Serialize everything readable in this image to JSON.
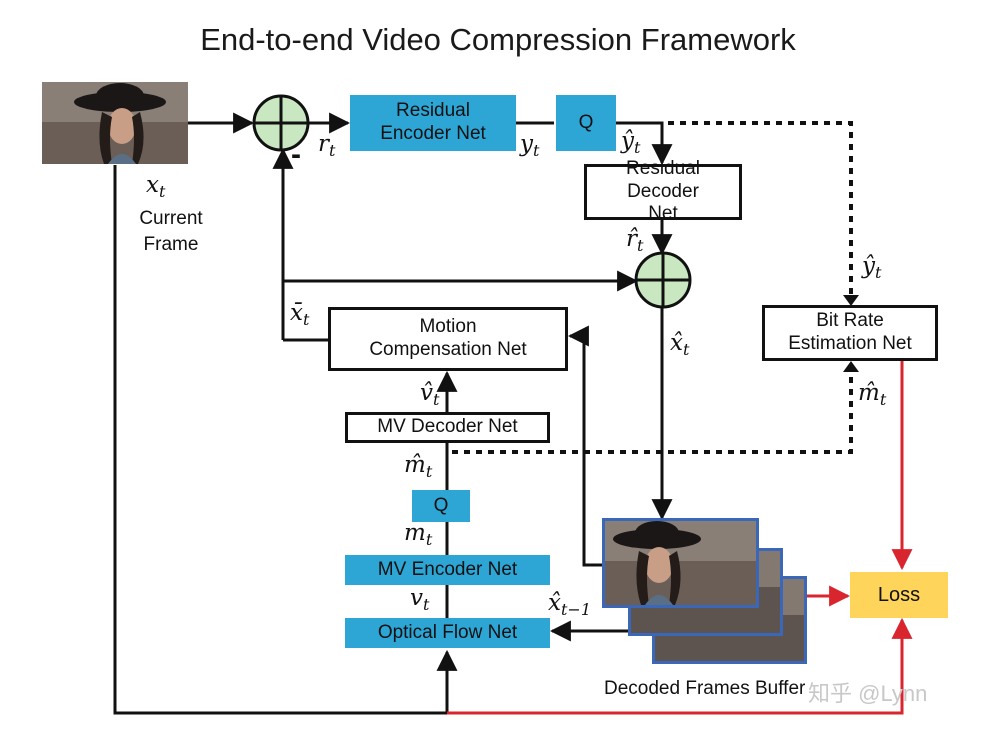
{
  "title": "End-to-end Video Compression Framework",
  "boxes": {
    "residual_encoder": "Residual Encoder Net",
    "q_top": "Q",
    "residual_decoder": "Residual Decoder Net",
    "bit_rate": "Bit Rate Estimation Net",
    "motion_comp": "Motion Compensation Net",
    "mv_decoder": "MV Decoder Net",
    "q_mid": "Q",
    "mv_encoder": "MV Encoder Net",
    "optical_flow": "Optical Flow Net",
    "loss": "Loss"
  },
  "labels": {
    "current_frame": "Current Frame",
    "decoded_buffer": "Decoded Frames Buffer",
    "minus": "-",
    "watermark": "知乎 @Lynn"
  },
  "math": {
    "x_t": "x",
    "x_t_sub": "t",
    "r_t": "r",
    "r_t_sub": "t",
    "y_t": "y",
    "y_t_sub": "t",
    "y_hat_top": "ŷ",
    "y_hat_top_sub": "t",
    "r_hat": "r̂",
    "r_hat_sub": "t",
    "y_hat_right": "ŷ",
    "y_hat_right_sub": "t",
    "x_bar": "x̄",
    "x_bar_sub": "t",
    "x_hat": "x̂",
    "x_hat_sub": "t",
    "m_hat_right": "m̂",
    "m_hat_right_sub": "t",
    "v_hat": "v̂",
    "v_hat_sub": "t",
    "m_hat_mid": "m̂",
    "m_hat_mid_sub": "t",
    "m_t": "m",
    "m_t_sub": "t",
    "v_t": "v",
    "v_t_sub": "t",
    "x_hat_prev": "x̂",
    "x_hat_prev_sub": "t−1"
  },
  "colors": {
    "blue_box": "#2da6d6",
    "loss_box": "#ffd45a",
    "adder_fill": "#c9e7c0",
    "loss_wire": "#d9252d",
    "frame_border": "#3a67b7"
  }
}
